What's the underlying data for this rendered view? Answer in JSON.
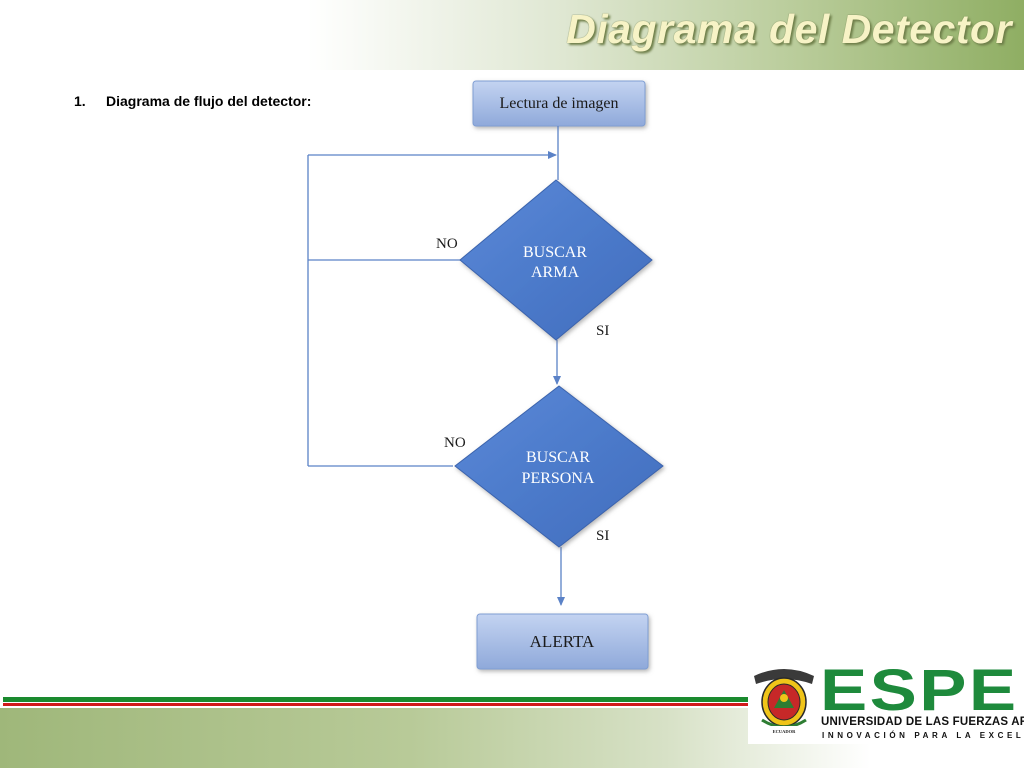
{
  "slide": {
    "title": "Diagrama del Detector",
    "section_number": "1.",
    "section_heading": "Diagrama de flujo del detector:"
  },
  "flowchart": {
    "start": "Lectura de imagen",
    "decision1": {
      "line1": "BUSCAR",
      "line2": "ARMA"
    },
    "decision2": {
      "line1": "BUSCAR",
      "line2": "PERSONA"
    },
    "end": "ALERTA",
    "labels": {
      "no1": "NO",
      "si1": "SI",
      "no2": "NO",
      "si2": "SI"
    }
  },
  "logo": {
    "acronym": "ESPE",
    "university": "UNIVERSIDAD DE LAS FUERZAS ARMADAS",
    "tagline": "INNOVACIÓN PARA LA EXCELENCIA",
    "crest_text": "ECUADOR"
  },
  "colors": {
    "diamond": "#4f7fcf",
    "box": "#a6bde8",
    "connector": "#5b82c7",
    "espe_green": "#1e8a3c",
    "stripe_red": "#d01a1a",
    "title_text": "#f7f3c6"
  }
}
